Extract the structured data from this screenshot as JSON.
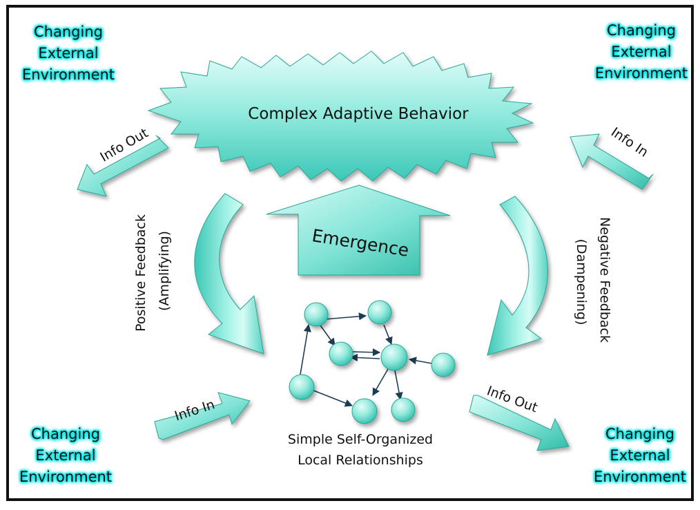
{
  "diagram": {
    "complex_behavior": "Complex Adaptive Behavior",
    "emergence": "Emergence",
    "local_relationships_line1": "Simple Self-Organized",
    "local_relationships_line2": "Local Relationships",
    "positive_feedback_line1": "Positive Feedback",
    "positive_feedback_line2": "(Amplifying)",
    "negative_feedback_line1": "Negative Feedback",
    "negative_feedback_line2": "(Dampening)",
    "info_out_top": "Info Out",
    "info_in_top": "Info In",
    "info_in_bottom": "Info In",
    "info_out_bottom": "Info Out",
    "env_top_left": [
      "Changing",
      "External",
      "Environment"
    ],
    "env_top_right": [
      "Changing",
      "External",
      "Environment"
    ],
    "env_bottom_left": [
      "Changing",
      "External",
      "Environment"
    ],
    "env_bottom_right": [
      "Changing",
      "External",
      "Environment"
    ]
  },
  "colors": {
    "shape_fill_light": "#c8faf2",
    "shape_fill_dark": "#3cc7b6",
    "glow": "#00e5e5",
    "frame": "#111111",
    "text": "#111111"
  }
}
